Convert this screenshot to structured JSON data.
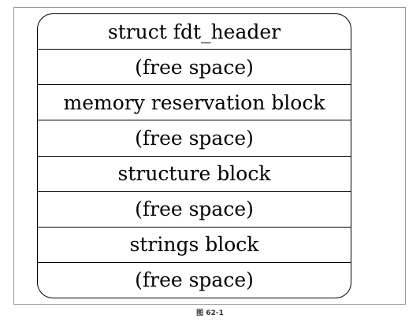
{
  "diagram": {
    "rows": [
      "struct fdt_header",
      "(free space)",
      "memory reservation block",
      "(free space)",
      "structure block",
      "(free space)",
      "strings block",
      "(free space)"
    ]
  },
  "caption": "图 62-1"
}
